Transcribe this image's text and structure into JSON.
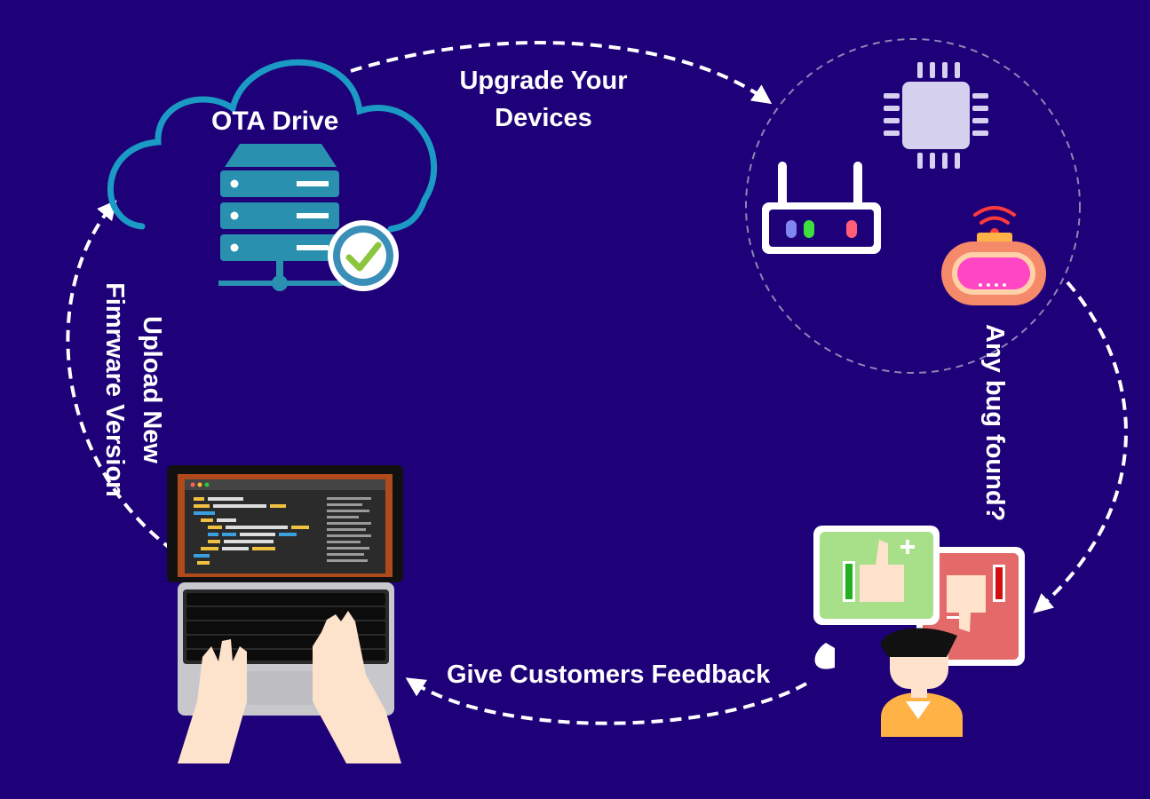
{
  "cloud": {
    "title": "OTA Drive"
  },
  "steps": {
    "upgrade": {
      "line1": "Upgrade Your",
      "line2": "Devices"
    },
    "bug": {
      "text": "Any bug found?"
    },
    "feedback": {
      "text": "Give Customers Feedback"
    },
    "upload": {
      "line1": "Upload New",
      "line2": "Fimrware Version"
    }
  },
  "colors": {
    "background": "#1e0078",
    "cloud_outline": "#1a9ac4",
    "server": "#2a90b0",
    "check_badge": "#3a8fb8",
    "check_mark": "#8cc63f",
    "chip": "#d6d1ee",
    "router_led_blue": "#7f86ee",
    "router_led_green": "#3ee03e",
    "router_led_red": "#ff5d78",
    "alarm_body": "#f48a6a",
    "alarm_screen": "#ff46c4",
    "wifi_signal": "#ff3a3a",
    "thumbs_up_panel": "#a8e08a",
    "thumbs_down_panel": "#e46a6a",
    "laptop_screen_frame": "#b04a1a",
    "laptop_body": "#c8c8cc"
  },
  "icons": {
    "cloud": "cloud-icon",
    "server": "server-icon",
    "check": "check-badge-icon",
    "chip": "cpu-chip-icon",
    "router": "router-icon",
    "alarm": "smart-alarm-icon",
    "feedback": "thumbs-feedback-icon",
    "customer": "customer-avatar-icon",
    "laptop": "laptop-icon"
  }
}
